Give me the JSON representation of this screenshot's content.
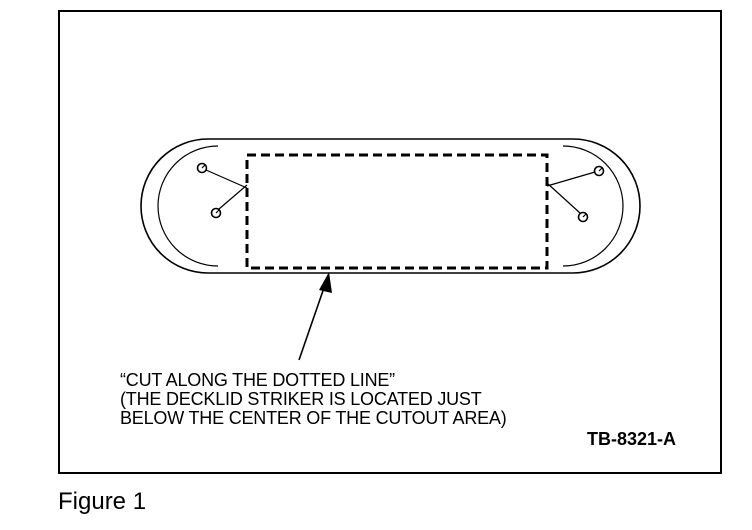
{
  "callout": {
    "line1": "“CUT ALONG THE DOTTED LINE”",
    "line2": "(THE DECKLID STRIKER IS LOCATED JUST",
    "line3": "BELOW THE CENTER OF THE CUTOUT AREA)"
  },
  "reference_code": "TB-8321-A",
  "caption": "Figure 1",
  "colors": {
    "line": "#000000",
    "background": "#ffffff"
  }
}
